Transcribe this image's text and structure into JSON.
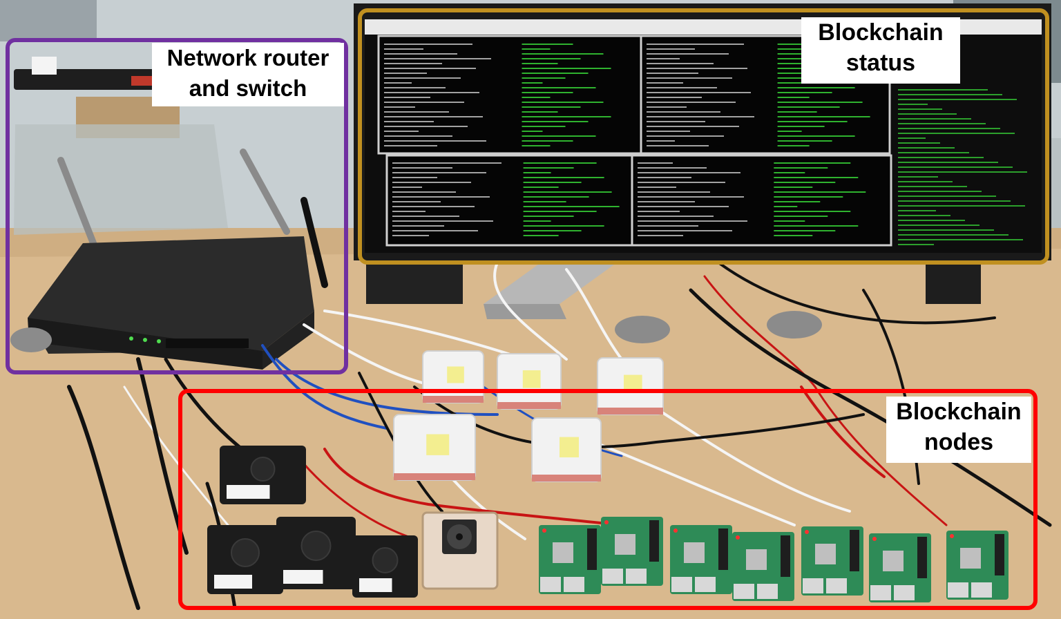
{
  "annotations": {
    "router": {
      "line1": "Network router",
      "line2": "and switch",
      "color": "#7030a0"
    },
    "status": {
      "line1": "Blockchain",
      "line2": "status",
      "color": "#c09020"
    },
    "nodes": {
      "line1": "Blockchain",
      "line2": "nodes",
      "color": "#ff0000"
    }
  },
  "colors": {
    "table": "#d9b98e",
    "monitor_bezel": "#1a1a1a",
    "terminal_bg": "#0d0d0d",
    "terminal_text_green": "#3adf3a",
    "router_body": "#2b2b2b",
    "pi_board": "#2e8b57",
    "white_case": "#f2f2f2",
    "black_case": "#1c1c1c",
    "cable_white": "#f5f5f5",
    "cable_black": "#111111",
    "cable_red": "#c81414",
    "cable_blue": "#2050c0"
  }
}
